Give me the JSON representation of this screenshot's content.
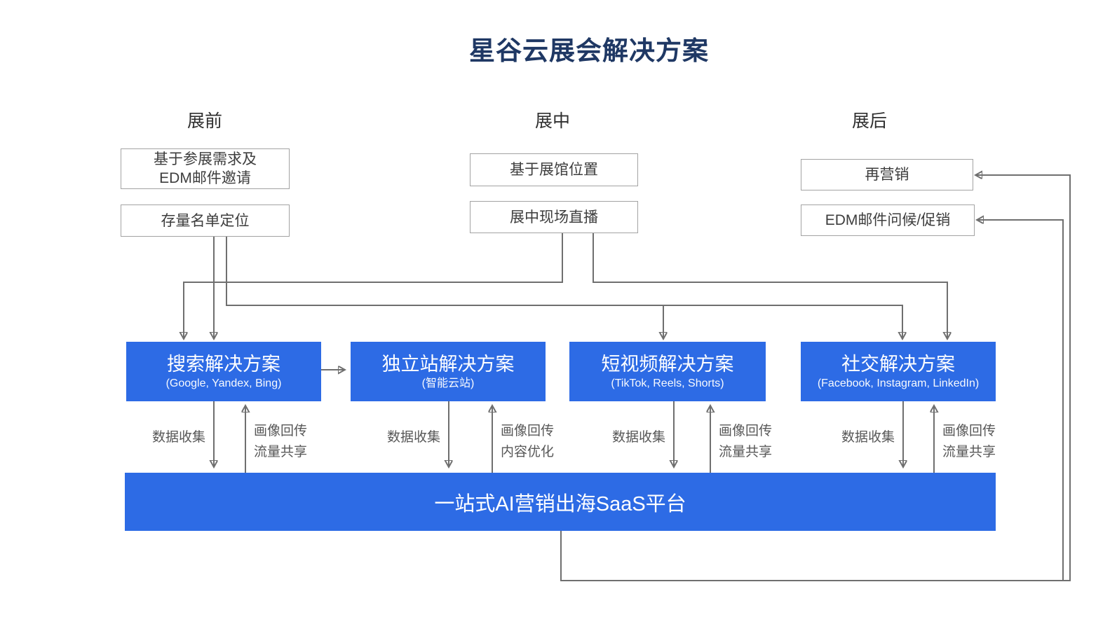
{
  "title": "星谷云展会解决方案",
  "stages": [
    {
      "header": "展前",
      "boxes": [
        {
          "label": "基于参展需求及\nEDM邮件邀请"
        },
        {
          "label": "存量名单定位"
        }
      ]
    },
    {
      "header": "展中",
      "boxes": [
        {
          "label": "基于展馆位置"
        },
        {
          "label": "展中现场直播"
        }
      ]
    },
    {
      "header": "展后",
      "boxes": [
        {
          "label": "再营销"
        },
        {
          "label": "EDM邮件问候/促销"
        }
      ]
    }
  ],
  "solutions": [
    {
      "title": "搜索解决方案",
      "subtitle": "(Google, Yandex, Bing)"
    },
    {
      "title": "独立站解决方案",
      "subtitle": "(智能云站)"
    },
    {
      "title": "短视频解决方案",
      "subtitle": "(TikTok, Reels, Shorts)"
    },
    {
      "title": "社交解决方案",
      "subtitle": "(Facebook, Instagram, LinkedIn)"
    }
  ],
  "flows": [
    {
      "down": "数据收集",
      "up": "画像回传\n流量共享"
    },
    {
      "down": "数据收集",
      "up": "画像回传\n内容优化"
    },
    {
      "down": "数据收集",
      "up": "画像回传\n流量共享"
    },
    {
      "down": "数据收集",
      "up": "画像回传\n流量共享"
    }
  ],
  "platform": {
    "label": "一站式AI营销出海SaaS平台"
  },
  "colors": {
    "accent_blue": "#2D6BE5",
    "title_navy": "#1F3864",
    "line_gray": "#6F6F6F",
    "box_border": "#A3A3A3",
    "label_gray": "#575757"
  }
}
